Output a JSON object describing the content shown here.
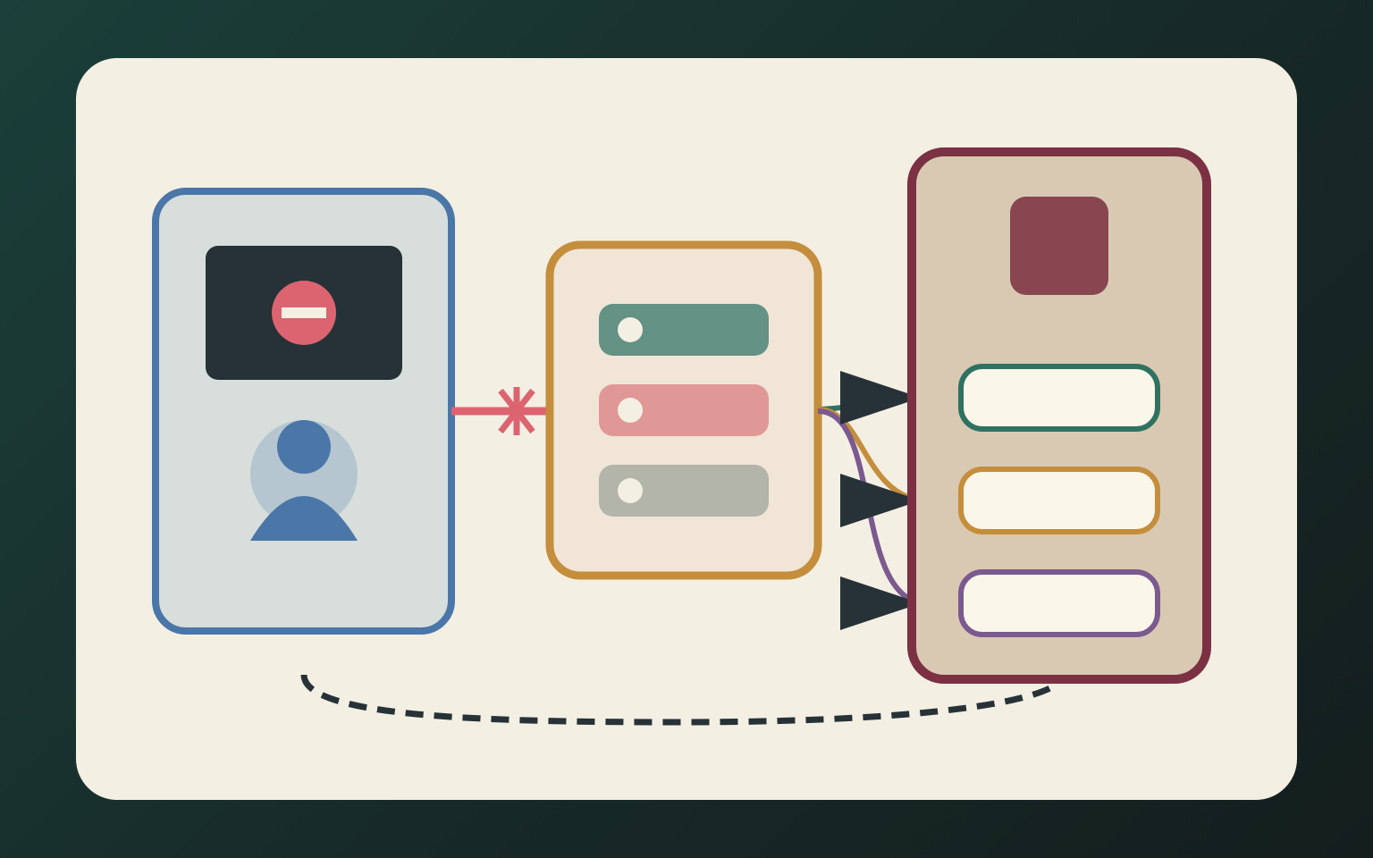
{
  "colors": {
    "background_top": "#1b3f3a",
    "background_bottom": "#141e1d",
    "panel": "#f4efe3",
    "client_border": "#4a76a8",
    "client_fill": "#d8dedb",
    "screen": "#263237",
    "blocked_red": "#dc6470",
    "avatar_halo": "#b5c6d0",
    "queue_border": "#c48e3c",
    "queue_fill": "#f0e5d7",
    "item_green": "#649285",
    "item_pink": "#e09896",
    "item_gray": "#b3b4aa",
    "item_dot": "#f4efe3",
    "server_border": "#7b3143",
    "server_fill": "#d9c9b3",
    "server_block": "#874650",
    "slot_fill": "#fbf6ea",
    "slot_green": "#2f7261",
    "slot_gold": "#c48e3c",
    "slot_purple": "#7b5a8f",
    "arrow_dark": "#263237"
  },
  "icons": {
    "blocked": "no-entry-icon",
    "user": "user-avatar-icon",
    "cut_link": "cross-mark-icon",
    "arrow": "arrowhead-icon"
  },
  "queue_items": [
    {
      "name": "queue-item-green",
      "color_key": "item_green"
    },
    {
      "name": "queue-item-pink",
      "color_key": "item_pink"
    },
    {
      "name": "queue-item-gray",
      "color_key": "item_gray"
    }
  ],
  "server_slots": [
    {
      "name": "server-slot-green",
      "color_key": "slot_green"
    },
    {
      "name": "server-slot-gold",
      "color_key": "slot_gold"
    },
    {
      "name": "server-slot-purple",
      "color_key": "slot_purple"
    }
  ],
  "connections": [
    {
      "from": "queue",
      "to": "server-slot-green",
      "color_key": "slot_green"
    },
    {
      "from": "queue",
      "to": "server-slot-gold",
      "color_key": "slot_gold"
    },
    {
      "from": "queue",
      "to": "server-slot-purple",
      "color_key": "slot_purple"
    },
    {
      "from": "client",
      "to": "queue",
      "state": "cut",
      "color_key": "blocked_red"
    },
    {
      "from": "server",
      "to": "client",
      "style": "dashed",
      "color_key": "arrow_dark"
    }
  ]
}
